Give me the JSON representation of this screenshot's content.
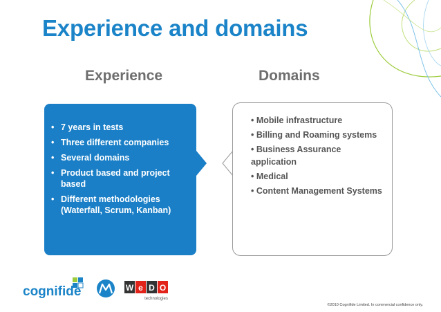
{
  "slide": {
    "title": "Experience and domains",
    "experience_heading": "Experience",
    "domains_heading": "Domains",
    "experience_items": [
      "7 years in tests",
      "Three different companies",
      "Several domains",
      "Product based and project based",
      "Different methodologies (Waterfall, Scrum, Kanban)"
    ],
    "domains_items": [
      "• Mobile infrastructure",
      "•  Billing and Roaming systems",
      "• Business Assurance application",
      "•  Medical",
      "•  Content Management Systems"
    ],
    "logos": {
      "cognifide": "cognifide",
      "wedo_letters": [
        "W",
        "e",
        "D",
        "O"
      ],
      "wedo_sub": "technologies"
    },
    "copyright": "©2010 Cognifide Limited. In commercial confidence only."
  },
  "colors": {
    "accent_blue": "#1a7fc7",
    "title_blue": "#1b84c8",
    "heading_gray": "#6e6e6e",
    "deco_green": "#9ccc3c",
    "wedo_red": "#e2231a"
  }
}
